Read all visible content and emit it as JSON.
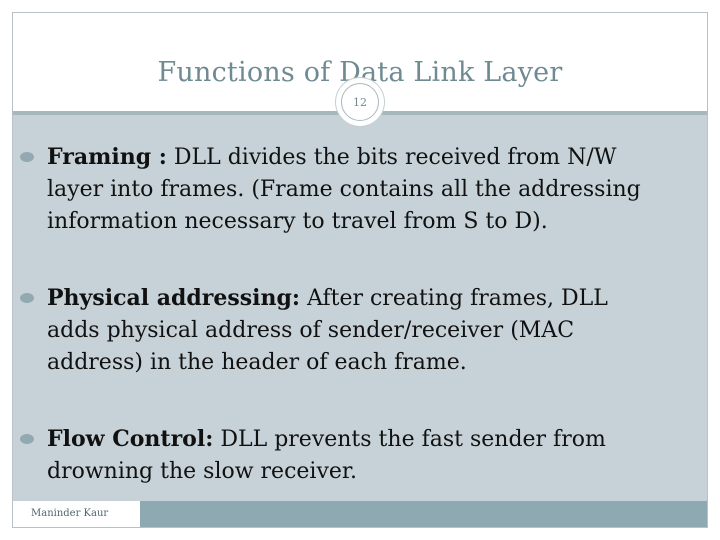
{
  "slide": {
    "title": "Functions of Data Link Layer",
    "page_number": "12"
  },
  "bullets": [
    {
      "term": "Framing :",
      "lines": [
        "DLL divides the bits received from N/W",
        "layer into frames. (Frame contains all the addressing",
        "information necessary to travel from S to D)."
      ]
    },
    {
      "term": "Physical addressing:",
      "lines": [
        "After creating frames, DLL",
        "adds physical address of sender/receiver (MAC",
        "address) in the header of each frame."
      ]
    },
    {
      "term": "Flow Control:",
      "lines": [
        "DLL prevents the fast sender from",
        "drowning the slow receiver."
      ]
    }
  ],
  "footer": {
    "author": "Maninder Kaur"
  },
  "colors": {
    "title": "#6f8a93",
    "content_background": "#c6d2d8",
    "footer_bar": "#8fa9b2",
    "bullet": "#93a9b1"
  }
}
